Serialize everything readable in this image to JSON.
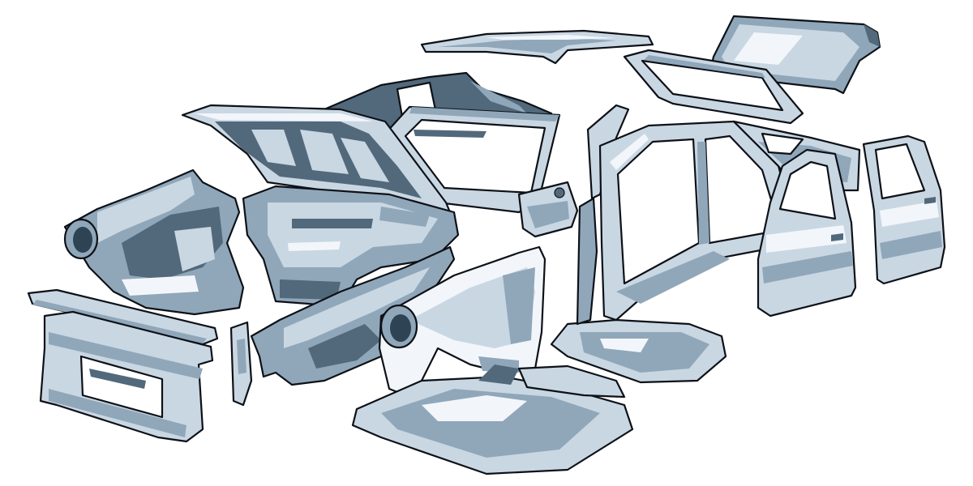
{
  "illustration": {
    "subject": "exploded-car-body-in-white",
    "palette": {
      "highlight": "#f2f6fa",
      "light": "#c9d7e3",
      "mid": "#90a7ba",
      "dark": "#52697c",
      "shadow": "#2e4354",
      "outline": "#0d1117"
    },
    "parts": [
      "roof-panel",
      "trunk-lid",
      "rear-window-frame",
      "rear-quarter-inner-panel",
      "hood",
      "windshield-frame",
      "firewall-cowl",
      "right-front-inner-wheelhouse",
      "radiator-support",
      "front-crossmember",
      "left-front-inner-structure",
      "small-bracket",
      "left-front-fender",
      "front-floor-pan",
      "rear-floor-pan",
      "body-side-aperture",
      "front-door",
      "rear-door",
      "rear-body-side",
      "rocker-reinforcement",
      "tunnel-brace"
    ]
  }
}
